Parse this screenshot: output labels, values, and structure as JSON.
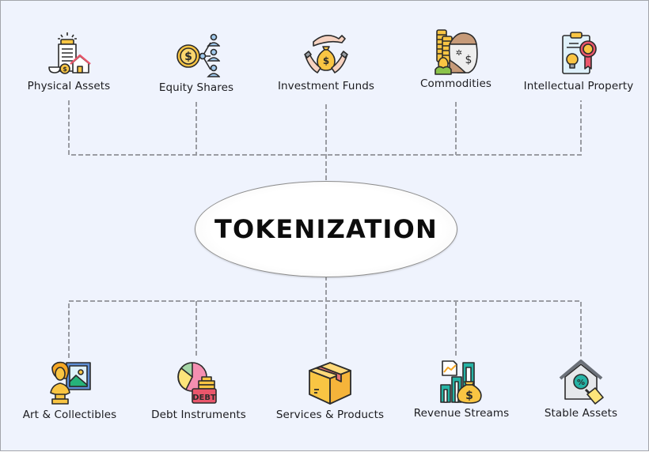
{
  "center": {
    "title": "TOKENIZATION"
  },
  "top_nodes": [
    {
      "label": "Physical Assets",
      "icon": "building-house-coin-icon"
    },
    {
      "label": "Equity Shares",
      "icon": "coin-shareholders-icon"
    },
    {
      "label": "Investment Funds",
      "icon": "hands-money-bag-icon"
    },
    {
      "label": "Commodities",
      "icon": "coins-grain-sack-icon"
    },
    {
      "label": "Intellectual Property",
      "icon": "clipboard-lightbulb-ribbon-icon"
    }
  ],
  "bottom_nodes": [
    {
      "label": "Art & Collectibles",
      "icon": "bust-painting-icon"
    },
    {
      "label": "Debt Instruments",
      "icon": "pie-chart-debt-icon",
      "badge": "DEBT"
    },
    {
      "label": "Services & Products",
      "icon": "package-box-icon"
    },
    {
      "label": "Revenue Streams",
      "icon": "bar-chart-money-bag-icon"
    },
    {
      "label": "Stable Assets",
      "icon": "house-percent-lock-icon"
    }
  ],
  "colors": {
    "background": "#eff3fd",
    "connector": "#9a9ca3",
    "gold": "#f9c543",
    "teal": "#26b3a5",
    "pink": "#f48fb1",
    "red": "#e9566b",
    "blue": "#9fc8ec",
    "outline": "#2b2b2b"
  }
}
